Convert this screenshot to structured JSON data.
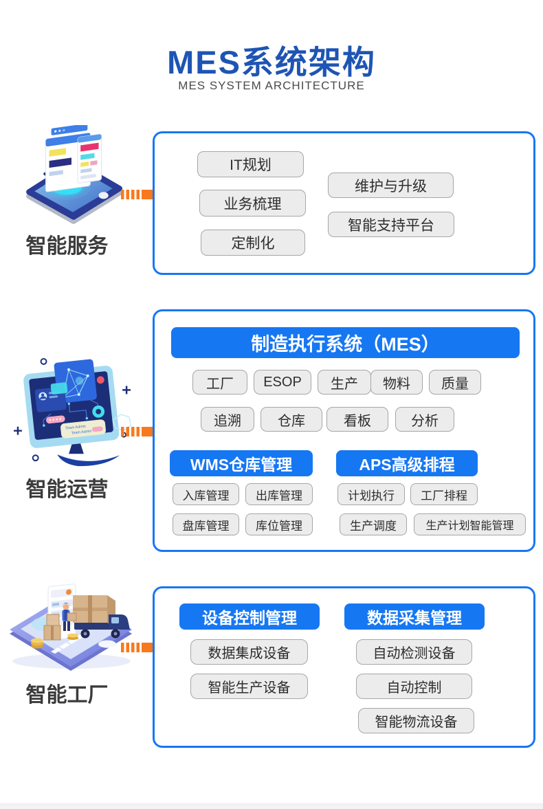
{
  "title": "MES系统架构",
  "subtitle": "MES SYSTEM ARCHITECTURE",
  "colors": {
    "accent_blue": "#1677F2",
    "title_blue": "#1E55B4",
    "arrow_orange": "#F8791D",
    "pill_background": "#ECECEC",
    "pill_border": "#A6A6A6"
  },
  "rows": [
    {
      "label": "智能服务",
      "pills_left": [
        "IT规划",
        "业务梳理",
        "定制化"
      ],
      "pills_right": [
        "维护与升级",
        "智能支持平台"
      ]
    },
    {
      "label": "智能运营",
      "mes": {
        "header": "制造执行系统（MES）",
        "row1": [
          "工厂",
          "ESOP",
          "生产",
          "物料",
          "质量"
        ],
        "row2": [
          "追溯",
          "仓库",
          "看板",
          "分析"
        ]
      },
      "wms": {
        "header": "WMS仓库管理",
        "pills": [
          "入库管理",
          "出库管理",
          "盘库管理",
          "库位管理"
        ]
      },
      "aps": {
        "header": "APS高级排程",
        "pills": [
          "计划执行",
          "工厂排程",
          "生产调度",
          "生产计划智能管理"
        ]
      },
      "illustration_text": [
        "Team Admin",
        "Team Admin"
      ]
    },
    {
      "label": "智能工厂",
      "device_control": {
        "header": "设备控制管理",
        "pills": [
          "数据集成设备",
          "智能生产设备"
        ]
      },
      "data_collection": {
        "header": "数据采集管理",
        "pills": [
          "自动检测设备",
          "自动控制",
          "智能物流设备"
        ]
      }
    }
  ]
}
